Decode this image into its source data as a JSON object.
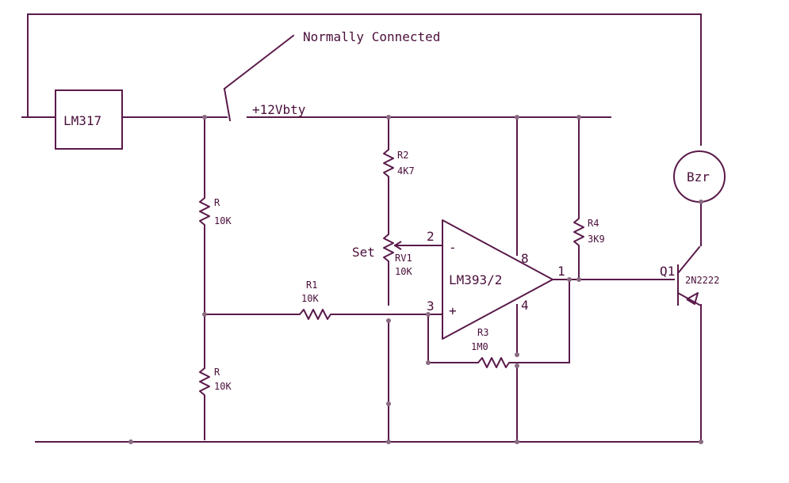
{
  "labels": {
    "switch_note": "Normally Connected",
    "supply": "+12Vbty",
    "regulator": "LM317",
    "buzzer": "Bzr",
    "opamp": "LM393/2",
    "pin2": "2",
    "pin3": "3",
    "pin8": "8",
    "pin4": "4",
    "pin1": "1",
    "minus": "-",
    "plus": "+",
    "set": "Set",
    "q1": "Q1",
    "q1_type": "2N2222"
  },
  "components": {
    "r_top": {
      "name": "R",
      "value": "10K"
    },
    "r_bottom": {
      "name": "R",
      "value": "10K"
    },
    "r1": {
      "name": "R1",
      "value": "10K"
    },
    "r2": {
      "name": "R2",
      "value": "4K7"
    },
    "rv1": {
      "name": "RV1",
      "value": "10K"
    },
    "r3": {
      "name": "R3",
      "value": "1M0"
    },
    "r4": {
      "name": "R4",
      "value": "3K9"
    }
  }
}
